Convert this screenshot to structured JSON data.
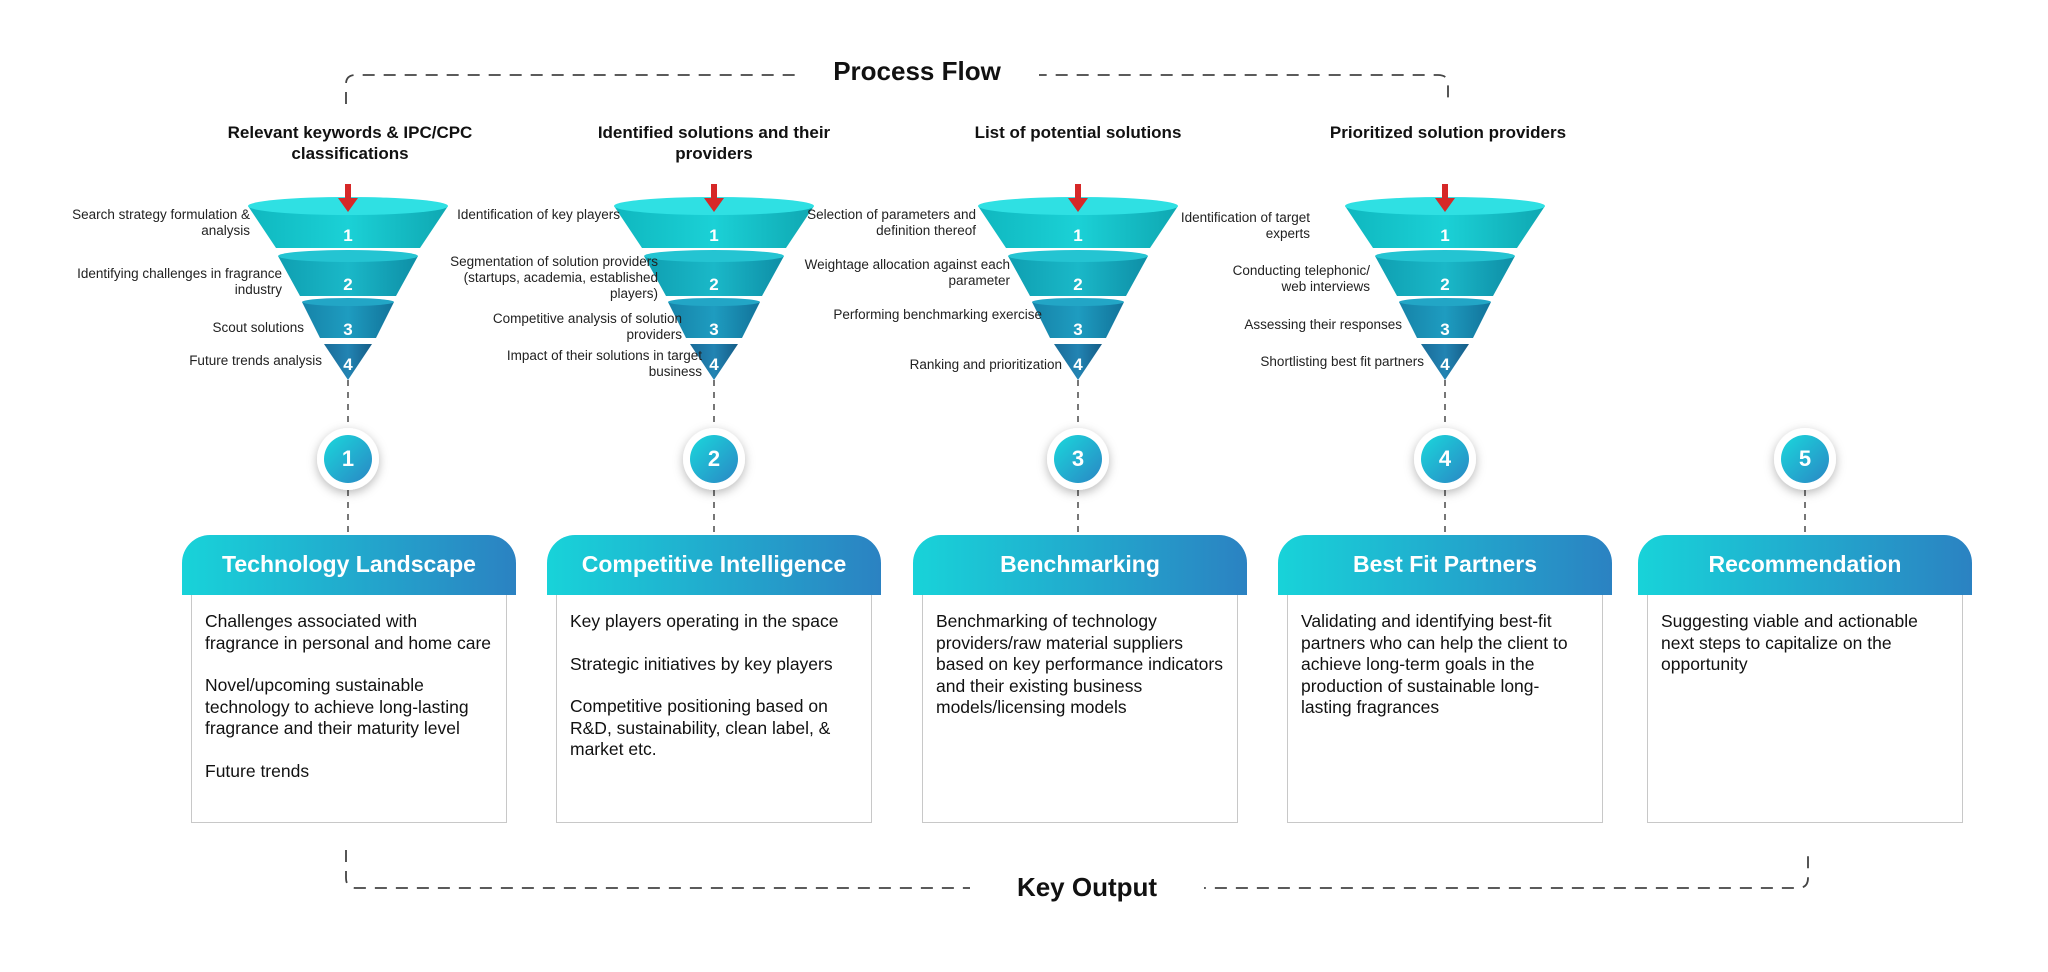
{
  "titles": {
    "top": "Process Flow",
    "bottom": "Key Output"
  },
  "colors": {
    "accent_light": "#18d3d9",
    "accent_dark": "#2b82c2",
    "arrow": "#d62828"
  },
  "stages": [
    {
      "num": "1",
      "funnel_title": "Relevant keywords & IPC/CPC classifications",
      "steps": [
        "Search strategy formulation & analysis",
        "Identifying challenges in fragrance industry",
        "Scout solutions",
        "Future trends analysis"
      ],
      "card_title": "Technology Landscape",
      "card_points": [
        "Challenges associated with fragrance in personal and home care",
        "Novel/upcoming sustainable technology to achieve long-lasting fragrance and their maturity level",
        "Future trends"
      ]
    },
    {
      "num": "2",
      "funnel_title": "Identified solutions and their providers",
      "steps": [
        "Identification of key players",
        "Segmentation of solution providers (startups, academia, established players)",
        "Competitive analysis of solution providers",
        "Impact of their solutions in target business"
      ],
      "card_title": "Competitive Intelligence",
      "card_points": [
        "Key players operating in the space",
        "Strategic initiatives by key players",
        "Competitive positioning based on R&D, sustainability, clean label, & market etc."
      ]
    },
    {
      "num": "3",
      "funnel_title": "List of potential solutions",
      "steps": [
        "Selection of parameters and definition thereof",
        "Weightage allocation against each parameter",
        "Performing benchmarking exercise",
        "Ranking and prioritization"
      ],
      "card_title": "Benchmarking",
      "card_points": [
        "Benchmarking of technology providers/raw material suppliers based on key performance indicators and their existing business models/licensing models"
      ]
    },
    {
      "num": "4",
      "funnel_title": "Prioritized solution providers",
      "steps": [
        "Identification of target experts",
        "Conducting telephonic/ web interviews",
        "Assessing their responses",
        "Shortlisting best fit partners"
      ],
      "card_title": "Best Fit Partners",
      "card_points": [
        "Validating and identifying best-fit partners who can help the client to achieve long-term goals in the production of sustainable long-lasting fragrances"
      ]
    },
    {
      "num": "5",
      "card_title": "Recommendation",
      "card_points": [
        "Suggesting viable and actionable next steps to capitalize on the opportunity"
      ]
    }
  ]
}
